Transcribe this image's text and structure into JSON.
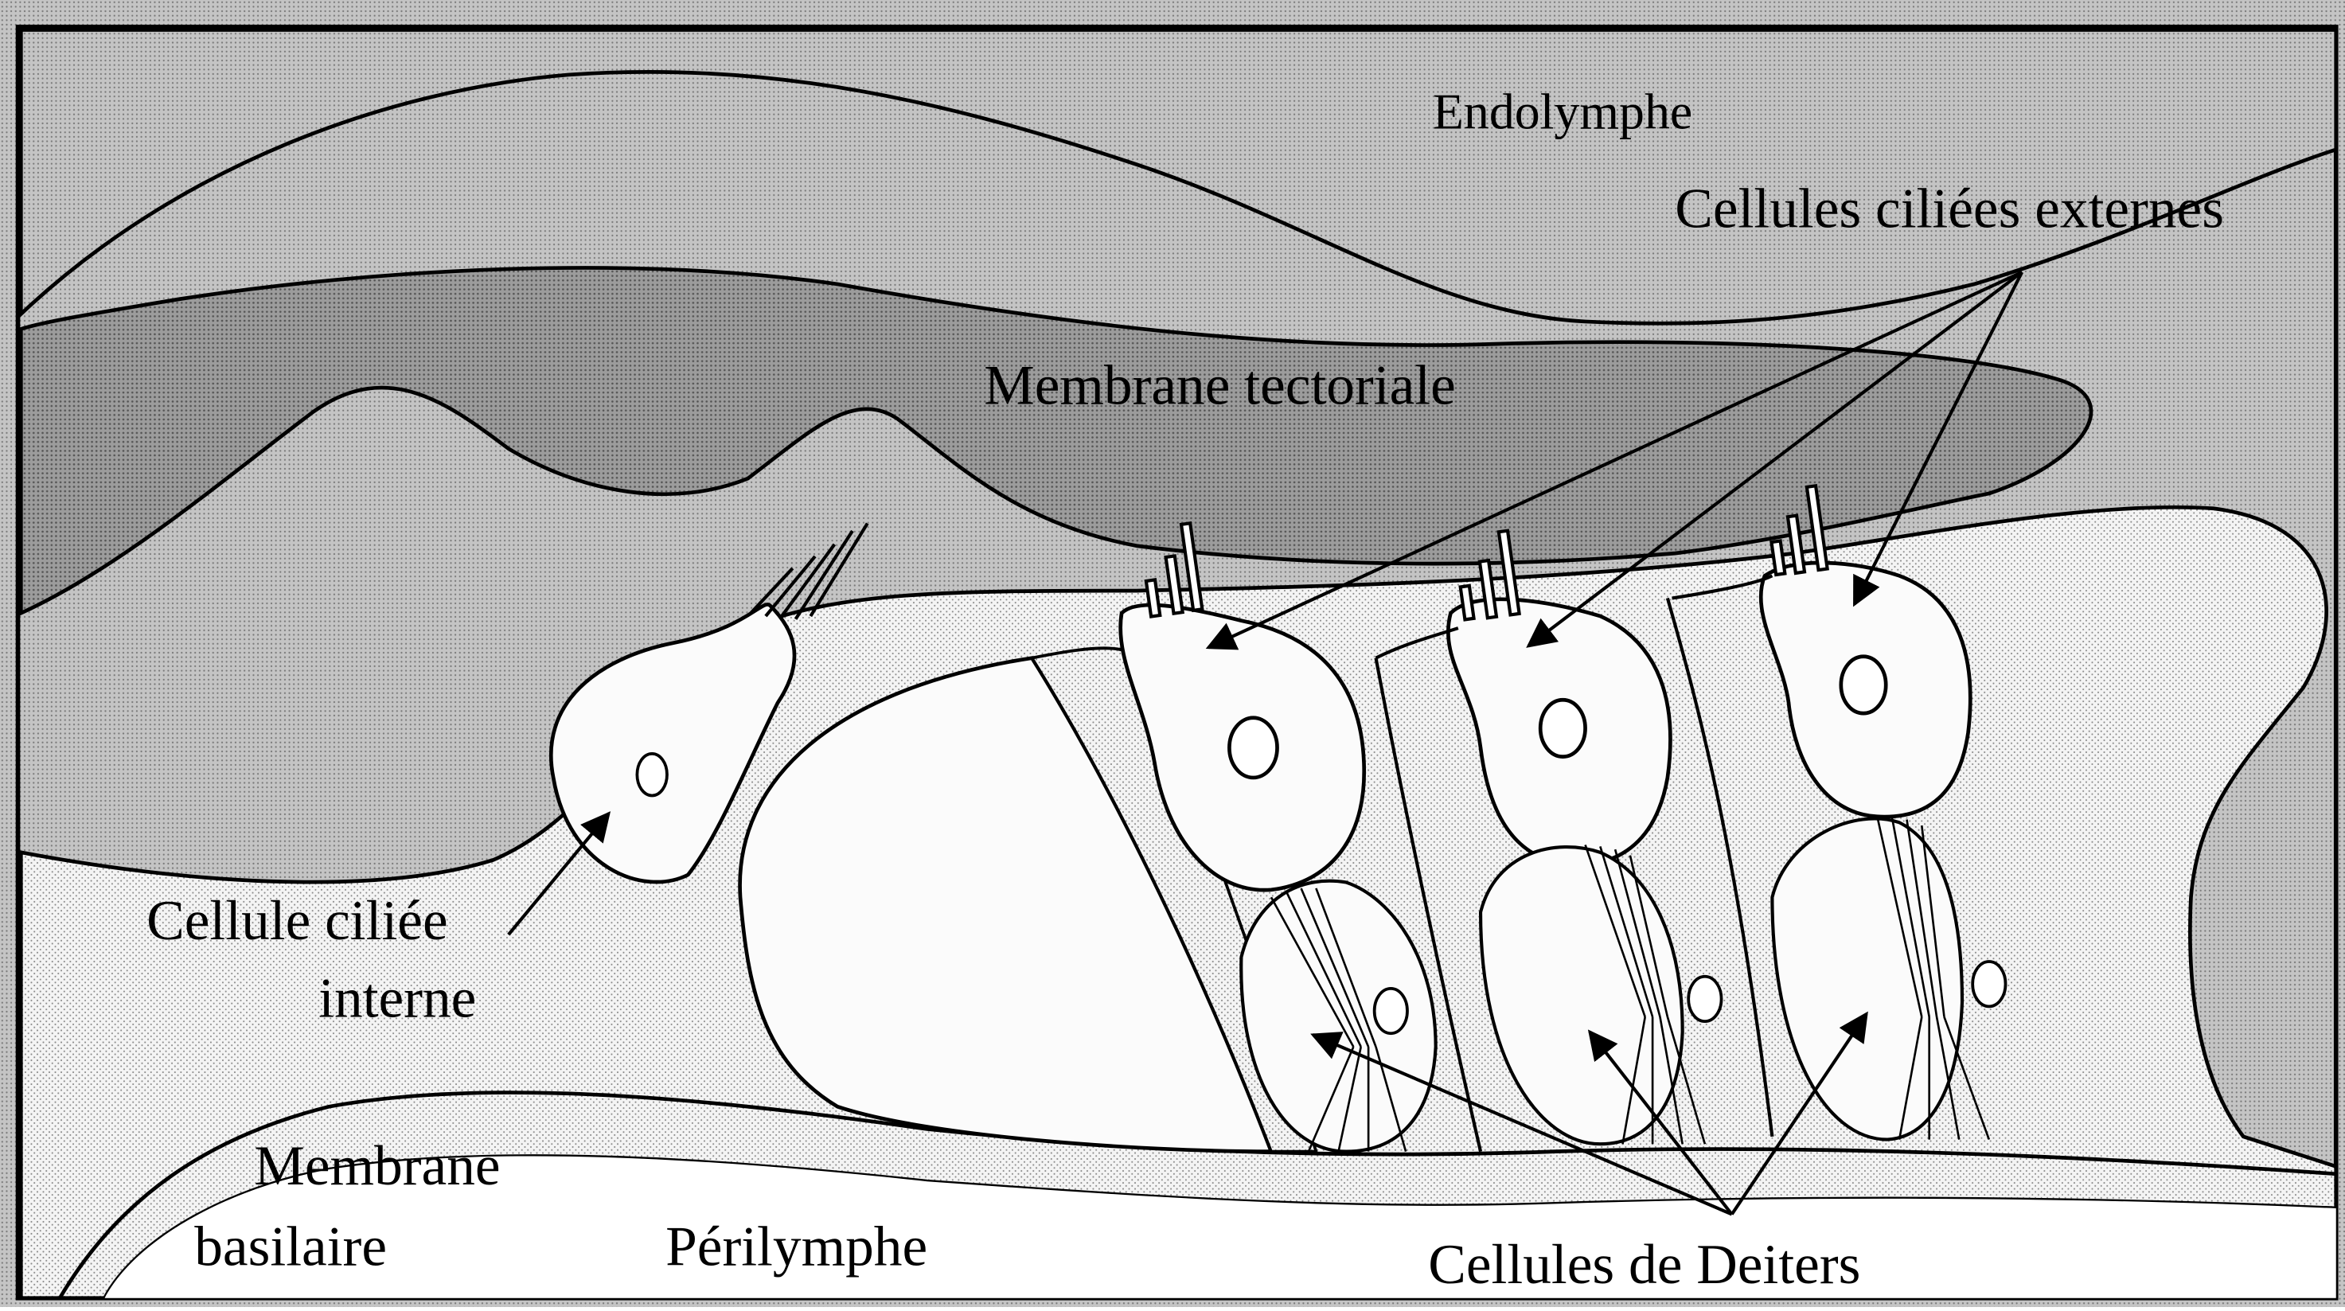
{
  "labels": {
    "endolymphe": "Endolymphe",
    "cellules_ciliees_externes": "Cellules ciliées externes",
    "membrane_tectoriale": "Membrane tectoriale",
    "cellule_ciliee_interne_1": "Cellule ciliée",
    "cellule_ciliee_interne_2": "interne",
    "membrane_basilaire_1": "Membrane",
    "membrane_basilaire_2": "basilaire",
    "perilymphe": "Périlymphe",
    "cellules_de_deiters": "Cellules de Deiters"
  },
  "colors": {
    "ink": "#000000",
    "light_fill": "#f2f2f2",
    "cell_fill": "#fbfbfb",
    "dark_fill": "#a9a9a9",
    "mid_fill": "#c9c9c9"
  }
}
